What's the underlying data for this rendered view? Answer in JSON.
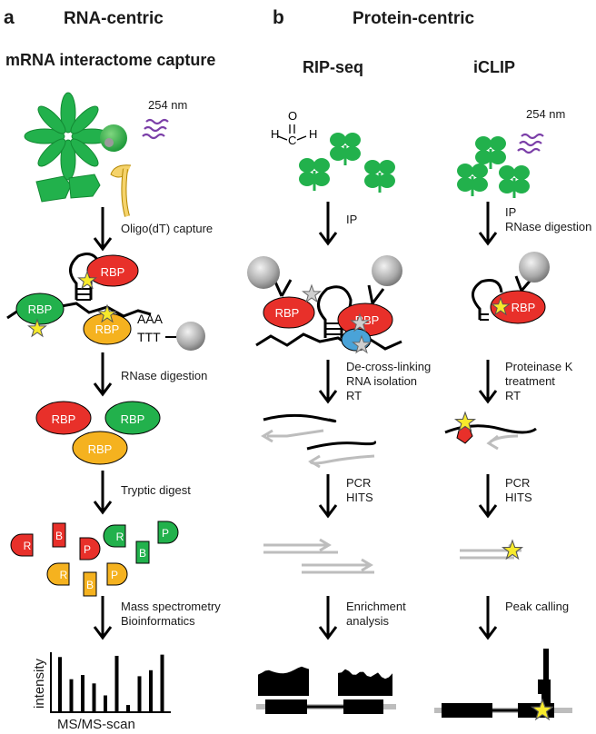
{
  "panels": {
    "a": {
      "letter": "a",
      "heading": "RNA-centric",
      "method": "mRNA interactome capture"
    },
    "b": {
      "letter": "b",
      "heading": "Protein-centric",
      "method_left": "RIP-seq",
      "method_right": "iCLIP"
    }
  },
  "uv_label": "254 nm",
  "formaldehyde": {
    "o": "O",
    "h": "H",
    "c": "C"
  },
  "steps_a": [
    "Oligo(dT) capture",
    "RNase digestion",
    "Tryptic digest",
    "Mass spectrometry",
    "Bioinformatics"
  ],
  "steps_rip": [
    "IP",
    "De-cross-linking",
    "RNA isolation",
    "RT",
    "PCR",
    "HITS",
    "Enrichment",
    "analysis"
  ],
  "steps_iclip": [
    "IP",
    "RNase digestion",
    "Proteinase K",
    "treatment",
    "RT",
    "PCR",
    "HITS",
    "Peak calling"
  ],
  "rbp_label": "RBP",
  "polyA": "AAA",
  "polyT": "TTT",
  "peptides": [
    "R",
    "B",
    "P"
  ],
  "ms_axis": {
    "ylabel": "intensity",
    "xlabel": "MS/MS-scan"
  },
  "colors": {
    "red": "#e8302a",
    "green": "#22b14c",
    "orange": "#f5b21f",
    "purple": "#7b3fa8",
    "gray": "#bdbdbd",
    "blue": "#4aa3d8",
    "yellow": "#f7ea2c"
  }
}
